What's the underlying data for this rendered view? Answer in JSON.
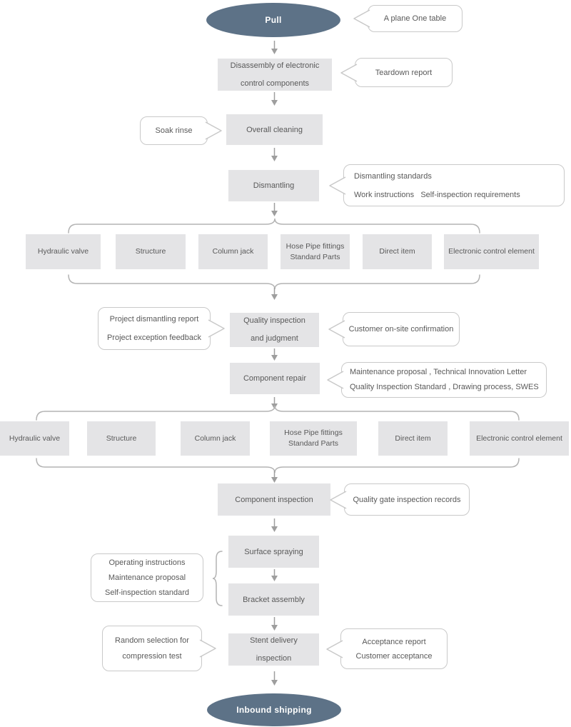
{
  "colors": {
    "terminal_fill": "#5d7287",
    "step_fill": "#e4e4e6",
    "bubble_border": "#c9c9c9",
    "connector": "#9e9e9e",
    "brace": "#b3b3b3",
    "text": "#595959"
  },
  "nodes": {
    "pull": {
      "lines": [
        "Pull"
      ]
    },
    "disassembly": {
      "lines": [
        "Disassembly of electronic",
        "control components"
      ]
    },
    "overall_cleaning": {
      "lines": [
        "Overall cleaning"
      ]
    },
    "dismantling": {
      "lines": [
        "Dismantling"
      ]
    },
    "quality_inspection": {
      "lines": [
        "Quality inspection",
        "and judgment"
      ]
    },
    "component_repair": {
      "lines": [
        "Component repair"
      ]
    },
    "component_inspection": {
      "lines": [
        "Component inspection"
      ]
    },
    "surface_spraying": {
      "lines": [
        "Surface spraying"
      ]
    },
    "bracket_assembly": {
      "lines": [
        "Bracket assembly"
      ]
    },
    "stent_delivery": {
      "lines": [
        "Stent delivery",
        "inspection"
      ]
    },
    "inbound_shipping": {
      "lines": [
        "Inbound shipping"
      ]
    }
  },
  "parts": {
    "hydraulic_valve": {
      "lines": [
        "Hydraulic valve"
      ]
    },
    "structure": {
      "lines": [
        "Structure"
      ]
    },
    "column_jack": {
      "lines": [
        "Column jack"
      ]
    },
    "hose_fittings": {
      "lines": [
        "Hose  Pipe fittings",
        "Standard Parts"
      ]
    },
    "direct_item": {
      "lines": [
        "Direct item"
      ]
    },
    "electronic_control": {
      "lines": [
        "Electronic control element"
      ]
    }
  },
  "callouts": {
    "plane_table": {
      "lines": [
        "A plane One table"
      ]
    },
    "teardown": {
      "lines": [
        "Teardown report"
      ]
    },
    "soak_rinse": {
      "lines": [
        "Soak rinse"
      ]
    },
    "dismantling_docs": {
      "lines": [
        "Dismantling standards",
        "Work instructions   Self-inspection requirements"
      ]
    },
    "project_reports": {
      "lines": [
        "Project dismantling report",
        "Project exception feedback"
      ]
    },
    "customer_confirm": {
      "lines": [
        "Customer on-site confirmation"
      ]
    },
    "repair_docs": {
      "lines": [
        "Maintenance proposal , Technical Innovation Letter",
        "Quality Inspection Standard , Drawing process, SWES"
      ]
    },
    "gate_records": {
      "lines": [
        "Quality gate inspection records"
      ]
    },
    "ops_docs": {
      "lines": [
        "Operating instructions",
        "Maintenance proposal",
        "Self-inspection standard"
      ]
    },
    "random_test": {
      "lines": [
        "Random selection for",
        "compression test"
      ]
    },
    "acceptance": {
      "lines": [
        "Acceptance report",
        "Customer acceptance"
      ]
    }
  }
}
